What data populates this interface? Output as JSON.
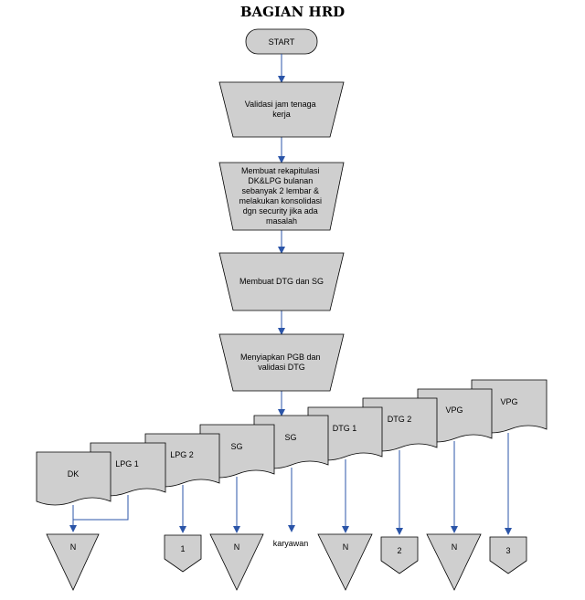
{
  "title": "BAGIAN HRD",
  "start": "START",
  "processes": [
    [
      "Validasi jam tenaga",
      "kerja"
    ],
    [
      "Membuat rekapitulasi",
      "DK&LPG bulanan",
      "sebanyak 2 lembar &",
      "melakukan konsolidasi",
      "dgn security jika ada",
      "masalah"
    ],
    [
      "Membuat DTG dan SG"
    ],
    [
      "Menyiapkan PGB dan",
      "validasi DTG"
    ]
  ],
  "documents": [
    "DK",
    "LPG 1",
    "LPG 2",
    "SG",
    "SG",
    "DTG 1",
    "DTG 2",
    "VPG",
    "VPG"
  ],
  "terminals": [
    {
      "type": "archive",
      "label": "N"
    },
    {
      "type": "connector",
      "label": "1"
    },
    {
      "type": "archive",
      "label": "N"
    },
    {
      "type": "text",
      "label": "karyawan"
    },
    {
      "type": "archive",
      "label": "N"
    },
    {
      "type": "connector",
      "label": "2"
    },
    {
      "type": "archive",
      "label": "N"
    },
    {
      "type": "connector",
      "label": "3"
    }
  ]
}
